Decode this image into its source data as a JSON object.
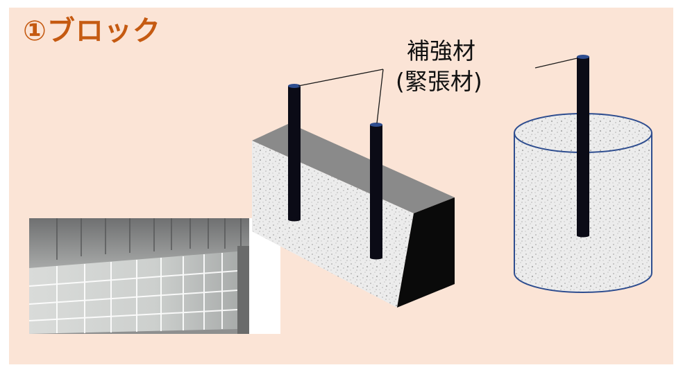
{
  "title": "①ブロック",
  "labels": {
    "line1": "補強材",
    "line2": "(緊張材)"
  },
  "colors": {
    "background": "#fbe4d6",
    "title": "#c55a11",
    "rod": "#0b0b16",
    "rod_cap": "#2e4d8f",
    "concrete_outline": "#2e4d8f"
  },
  "icons": {
    "block": "concrete-block-with-rods",
    "cylinder": "concrete-cylinder-with-rod",
    "photo": "block-wall-photo"
  }
}
